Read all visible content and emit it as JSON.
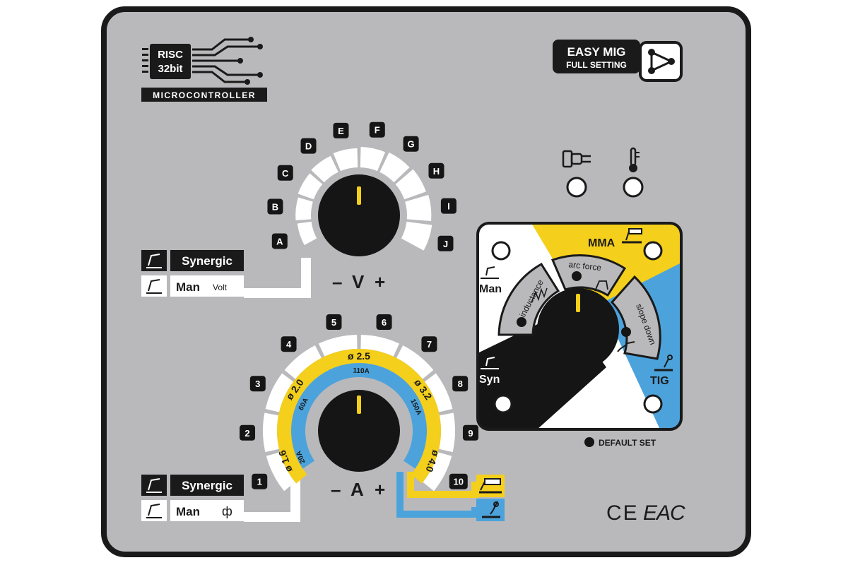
{
  "colors": {
    "panel": "#b9b9bb",
    "border": "#1a1a1a",
    "yellow": "#f4cf1b",
    "blue": "#4ca3dc",
    "white": "#ffffff",
    "black": "#151515"
  },
  "branding": {
    "chip_line1": "RISC",
    "chip_line2": "32bit",
    "chip_caption": "MICROCONTROLLER",
    "easy_line1": "EASY MIG",
    "easy_line2": "FULL SETTING",
    "easy_icon": "triangle-nodes-icon"
  },
  "indicators": {
    "power_icon": "plug-icon",
    "temp_icon": "thermometer-icon"
  },
  "voltage_dial": {
    "letters": [
      "A",
      "B",
      "C",
      "D",
      "E",
      "F",
      "G",
      "H",
      "I",
      "J"
    ],
    "label_minus": "–",
    "label_letter": "V",
    "label_plus": "+",
    "synergic_label": "Synergic",
    "man_label": "Man",
    "man_unit": "Volt",
    "torch_icon": "mig-torch-icon"
  },
  "current_dial": {
    "numbers": [
      "1",
      "2",
      "3",
      "4",
      "5",
      "6",
      "7",
      "8",
      "9",
      "10"
    ],
    "wire_sizes": [
      "ø 1.6",
      "ø 2.0",
      "ø 2.5",
      "ø 3.2",
      "ø 4.0"
    ],
    "amps": [
      "20A",
      "60A",
      "110A",
      "150A"
    ],
    "label_minus": "–",
    "label_letter": "A",
    "label_plus": "+",
    "synergic_label": "Synergic",
    "man_label": "Man",
    "man_unit": "ф",
    "mma_icon": "mma-electrode-icon",
    "tig_icon": "tig-torch-icon"
  },
  "mode_selector": {
    "man": "Man",
    "mma": "MMA",
    "syn": "Syn",
    "tig": "TIG",
    "inductance": "inductance",
    "arc_force": "arc force",
    "slope_down": "slope down",
    "default_set": "DEFAULT SET"
  },
  "certifications": {
    "ce": "CE",
    "eac": "EAC"
  }
}
